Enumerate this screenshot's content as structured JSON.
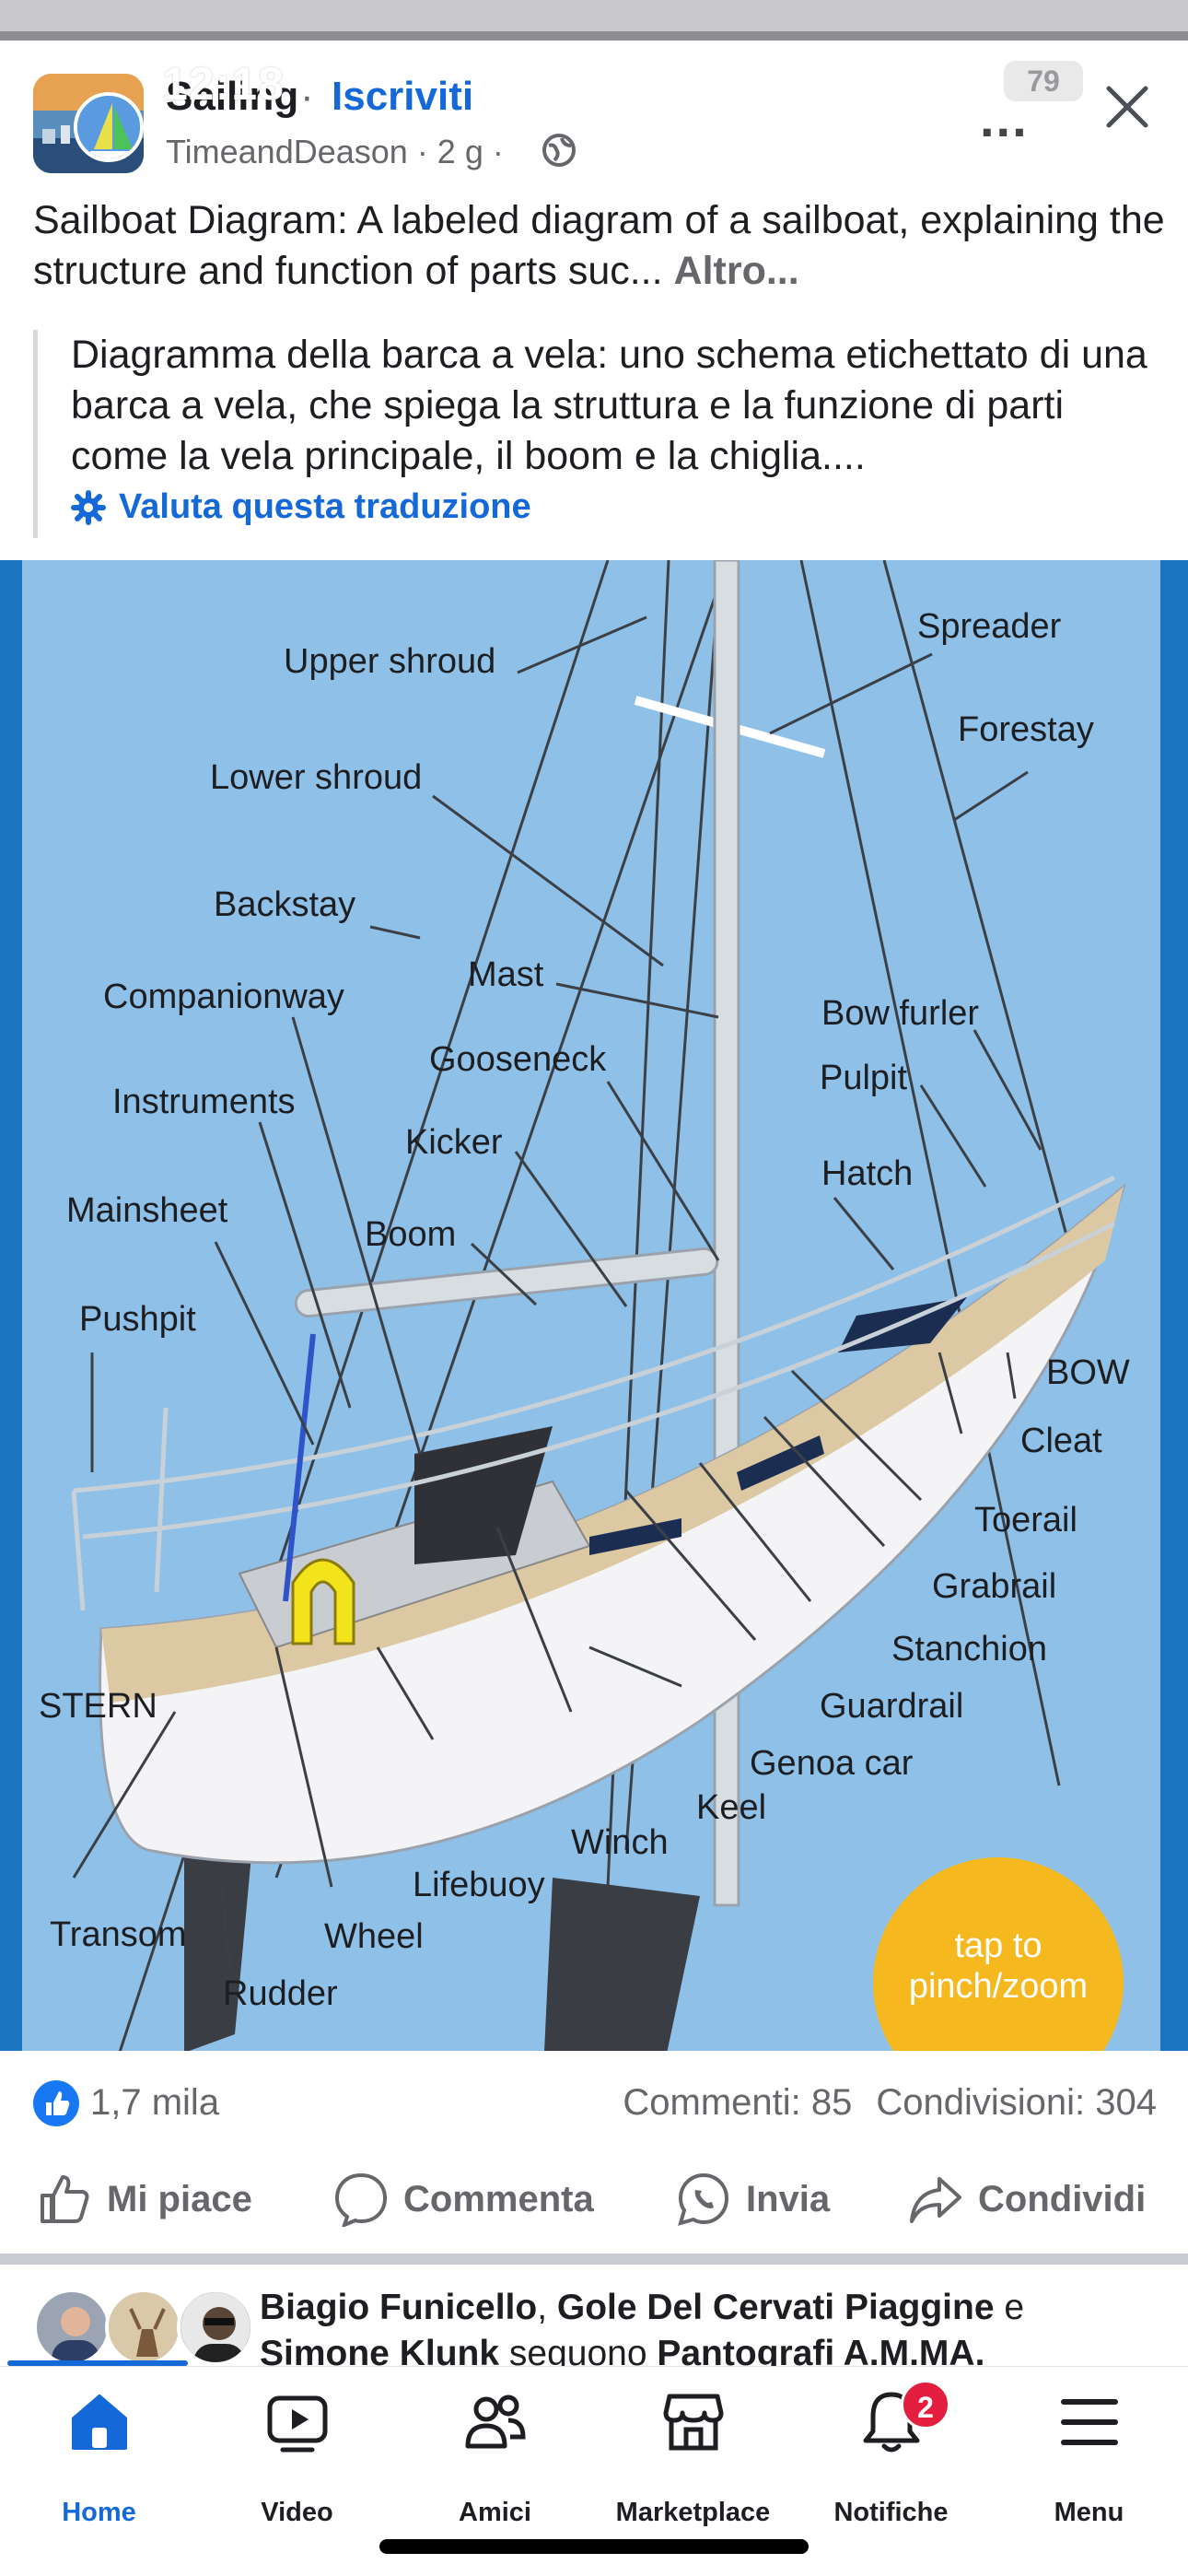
{
  "status_bar": {
    "time": "12:18",
    "battery": "79"
  },
  "post_header": {
    "group_name": "Sailing",
    "separator": "·",
    "subscribe_label": "Iscriviti",
    "author_line": "TimeandDeason · 2 g ·",
    "more_label": "...",
    "close_label": "×"
  },
  "post": {
    "text": "Sailboat Diagram: A labeled diagram of a sailboat, explaining the structure and function of parts suc...",
    "more_link": "Altro..."
  },
  "translation": {
    "text": "Diagramma della barca a vela: uno schema etichettato di una barca a vela, che spiega la struttura e la funzione di parti come la vela principale, il boom e la chiglia....",
    "rate_label": "Valuta questa traduzione"
  },
  "diagram": {
    "labels": {
      "upper_shroud": "Upper shroud",
      "spreader": "Spreader",
      "forestay": "Forestay",
      "lower_shroud": "Lower shroud",
      "backstay": "Backstay",
      "mast": "Mast",
      "companionway": "Companionway",
      "gooseneck": "Gooseneck",
      "bow_furler": "Bow furler",
      "instruments": "Instruments",
      "pulpit": "Pulpit",
      "kicker": "Kicker",
      "hatch": "Hatch",
      "mainsheet": "Mainsheet",
      "boom": "Boom",
      "pushpit": "Pushpit",
      "bow": "BOW",
      "cleat": "Cleat",
      "toerail": "Toerail",
      "grabrail": "Grabrail",
      "stern": "STERN",
      "stanchion": "Stanchion",
      "guardrail": "Guardrail",
      "genoa_car": "Genoa car",
      "keel": "Keel",
      "winch": "Winch",
      "lifebuoy": "Lifebuoy",
      "transom": "Transom",
      "wheel": "Wheel",
      "rudder": "Rudder"
    },
    "tap_line1": "tap to",
    "tap_line2": "pinch/zoom"
  },
  "stats": {
    "likes": "1,7 mila",
    "comments": "Commenti: 85",
    "shares": "Condivisioni: 304"
  },
  "actions": {
    "like": "Mi piace",
    "comment": "Commenta",
    "send": "Invia",
    "share": "Condividi"
  },
  "followers": {
    "name1": "Biagio Funicello",
    "sep1": ", ",
    "name2": "Gole Del Cervati Piaggine",
    "and": " e ",
    "name3": "Simone Klunk",
    "follow": " seguono ",
    "page": "Pantografi A.M.MA."
  },
  "tabbar": {
    "home": "Home",
    "video": "Video",
    "friends": "Amici",
    "marketplace": "Marketplace",
    "notifications": "Notifiche",
    "notifications_badge": "2",
    "menu": "Menu"
  },
  "colors": {
    "brand_blue": "#1468d8",
    "diagram_bg": "#8fc0e8",
    "diagram_border": "#1c73bf",
    "badge_red": "#e41e3f"
  }
}
